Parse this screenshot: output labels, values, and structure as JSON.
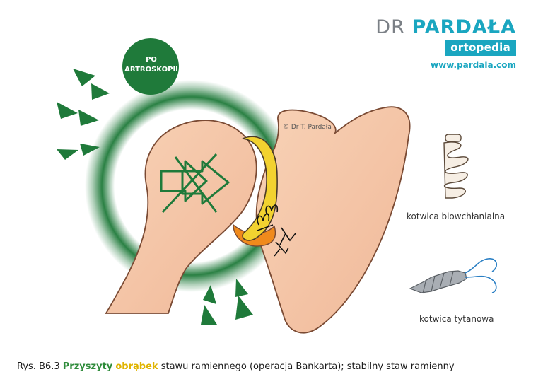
{
  "brand": {
    "prefix": "DR",
    "name": "PARDAŁA",
    "badge": "ortopedia",
    "url": "www.pardala.com"
  },
  "badge": {
    "line1": "PO",
    "line2": "ARTROSKOPII"
  },
  "copyright": "© Dr T. Pardała",
  "labels": {
    "bio_anchor": "kotwica biowchłanialna",
    "titanium_anchor": "kotwica tytanowa"
  },
  "caption": {
    "prefix": "Rys. B6.3 ",
    "sutured": "Przyszyty",
    "labrum": "obrąbek",
    "rest": " stawu ramiennego (operacja Bankarta); stabilny staw ramienny"
  },
  "colors": {
    "bone": "#f6c9a8",
    "outline": "#7a4a33",
    "green": "#1f7a3a",
    "labrum_yellow": "#f2d230",
    "labrum_orange": "#f08a1c",
    "brand": "#1aa6c0"
  },
  "icons": {
    "stability_symbol": "crossed-out-double-arrow-icon",
    "arrows": "green-triangle-arrow-icon"
  }
}
